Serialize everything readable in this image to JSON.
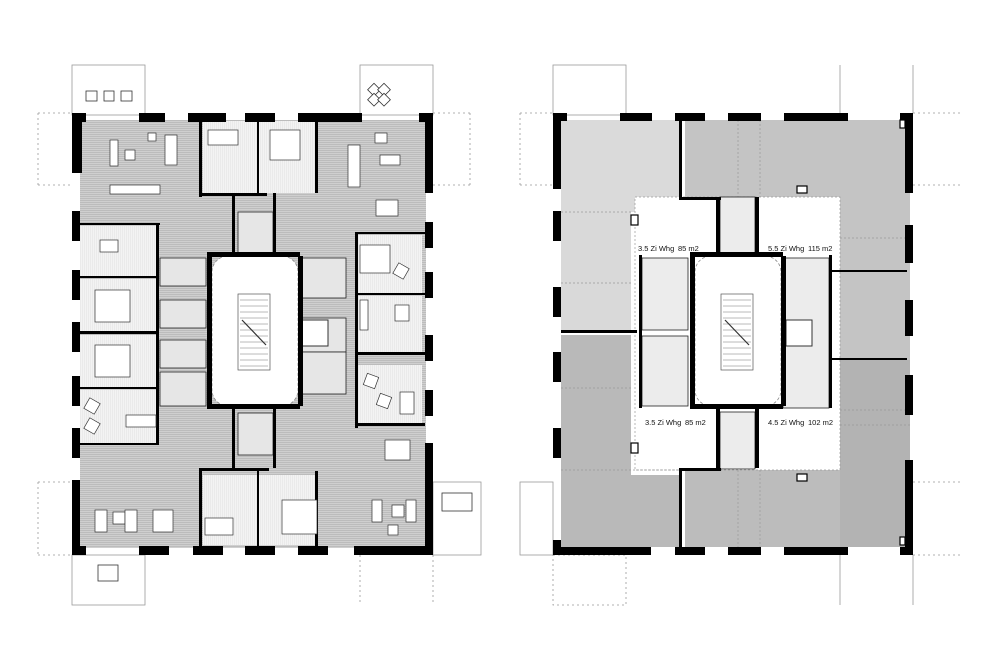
{
  "figure": {
    "description": "Two apartment floor plans side by side",
    "left_plan": {
      "name": "furnished-floor-plan",
      "fill_colors": {
        "hatched_living": "#c8c8c8",
        "room_light": "#f0f0f0",
        "wet_room": "#e2e2e2",
        "wall": "#000000"
      }
    },
    "right_plan": {
      "name": "unit-diagram-plan",
      "fill_colors": {
        "light_gray": "#dadada",
        "mid_gray": "#b9b9b9",
        "dark_gray": "#b3b3b3",
        "circulation": "#ffffff",
        "wall": "#000000"
      },
      "units": [
        {
          "id": "nw",
          "type": "3.5 Zi Whg",
          "area": "85 m2"
        },
        {
          "id": "ne",
          "type": "5.5 Zi Whg",
          "area": "115 m2"
        },
        {
          "id": "sw",
          "type": "3.5 Zi Whg",
          "area": "85 m2"
        },
        {
          "id": "se",
          "type": "4.5 Zi Whg",
          "area": "102 m2"
        }
      ]
    }
  }
}
